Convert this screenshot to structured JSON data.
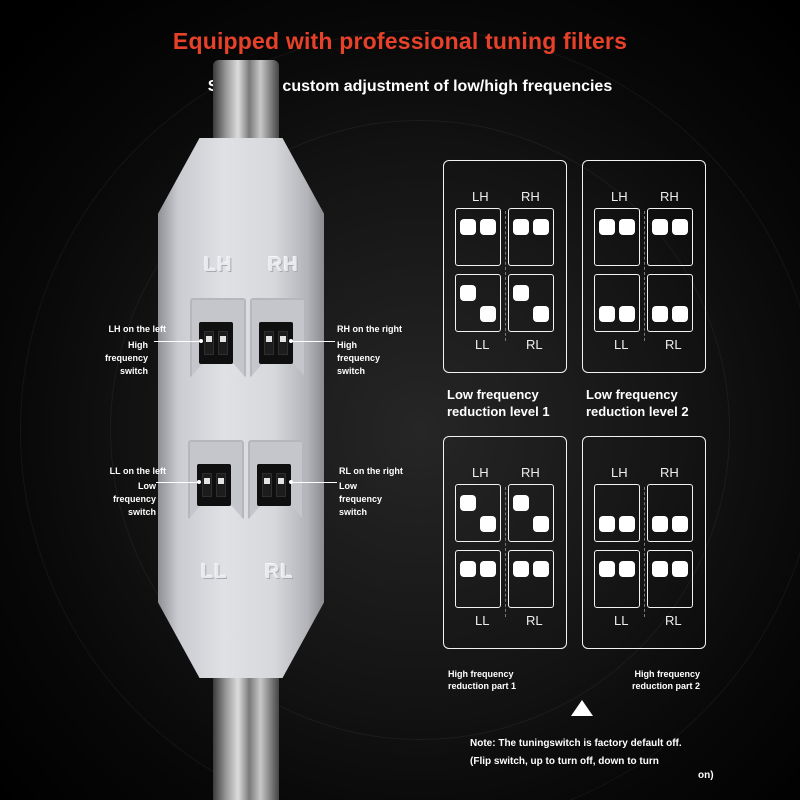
{
  "header": {
    "title": "Equipped with professional tuning filters",
    "subtitle": "Supports custom adjustment of low/high frequencies"
  },
  "device": {
    "labels": {
      "lh": "LH",
      "rh": "RH",
      "ll": "LL",
      "rl": "RL"
    }
  },
  "annotations": {
    "lh_title": "LH on the left",
    "lh_desc": [
      "High",
      "frequency",
      "switch"
    ],
    "rh_title": "RH on the right",
    "rh_desc": [
      "High",
      "frequency",
      "switch"
    ],
    "ll_title": "LL on the left",
    "ll_desc": [
      "Low",
      "frequency",
      "switch"
    ],
    "rl_title": "RL on the right",
    "rl_desc": [
      "Low",
      "frequency",
      "switch"
    ]
  },
  "panels": [
    {
      "lh": "LH",
      "rh": "RH",
      "ll": "LL",
      "rl": "RL",
      "switches": {
        "lh": [
          "up",
          "up"
        ],
        "rh": [
          "up",
          "up"
        ],
        "ll": [
          "up",
          "down"
        ],
        "rl": [
          "up",
          "down"
        ]
      }
    },
    {
      "lh": "LH",
      "rh": "RH",
      "ll": "LL",
      "rl": "RL",
      "switches": {
        "lh": [
          "up",
          "up"
        ],
        "rh": [
          "up",
          "up"
        ],
        "ll": [
          "down",
          "down"
        ],
        "rl": [
          "down",
          "down"
        ]
      }
    },
    {
      "lh": "LH",
      "rh": "RH",
      "ll": "LL",
      "rl": "RL",
      "switches": {
        "lh": [
          "up",
          "down"
        ],
        "rh": [
          "up",
          "down"
        ],
        "ll": [
          "up",
          "up"
        ],
        "rl": [
          "up",
          "up"
        ]
      }
    },
    {
      "lh": "LH",
      "rh": "RH",
      "ll": "LL",
      "rl": "RL",
      "switches": {
        "lh": [
          "down",
          "down"
        ],
        "rh": [
          "down",
          "down"
        ],
        "ll": [
          "up",
          "up"
        ],
        "rl": [
          "up",
          "up"
        ]
      }
    }
  ],
  "captions": {
    "low1": [
      "Low frequency",
      "reduction level 1"
    ],
    "low2": [
      "Low frequency",
      "reduction level 2"
    ],
    "high1": [
      "High frequency",
      "reduction part 1"
    ],
    "high2": [
      "High frequency",
      "reduction part 2"
    ]
  },
  "note": {
    "line1": "Note: The tuningswitch is factory default off.",
    "line2": "(Flip switch, up to turn off, down to turn",
    "line3": "on)"
  },
  "colors": {
    "title": "#e8412a",
    "background": "#000000",
    "device": "#d6d8dc"
  }
}
